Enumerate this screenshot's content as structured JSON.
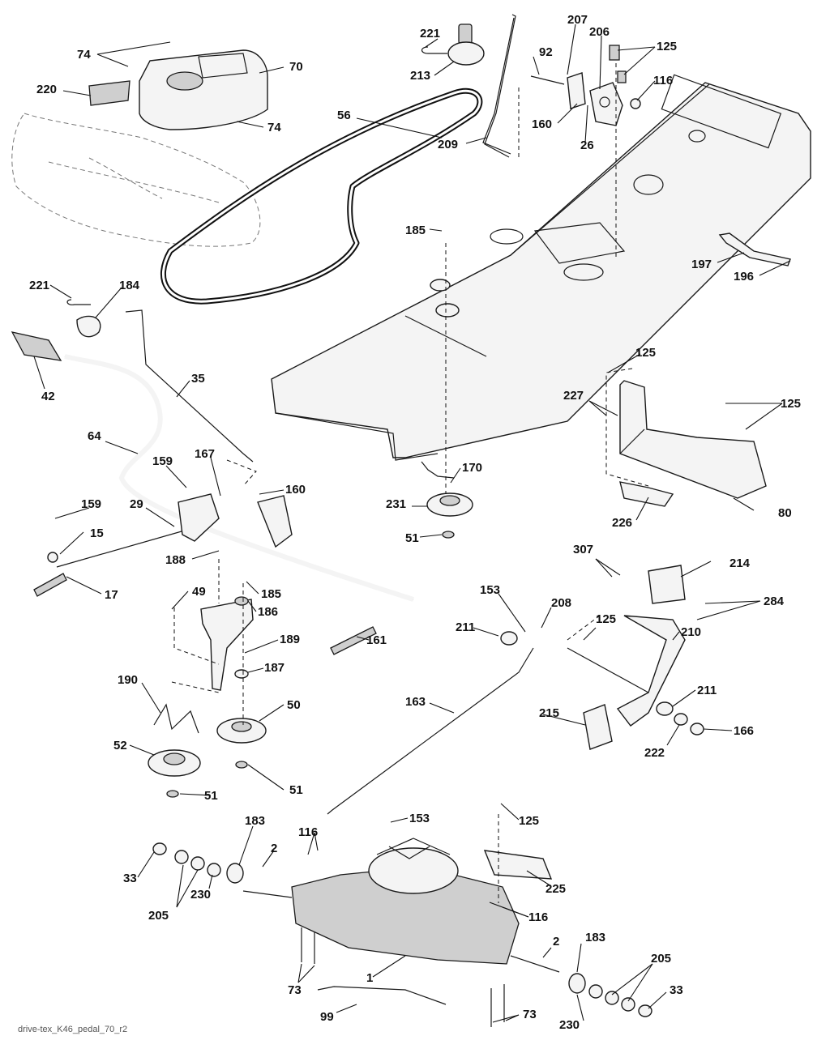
{
  "caption": "drive-tex_K46_pedal_70_r2",
  "callouts": [
    {
      "id": "c74a",
      "text": "74"
    },
    {
      "id": "c70",
      "text": "70"
    },
    {
      "id": "c220",
      "text": "220"
    },
    {
      "id": "c74b",
      "text": "74"
    },
    {
      "id": "c221a",
      "text": "221"
    },
    {
      "id": "c213",
      "text": "213"
    },
    {
      "id": "c207",
      "text": "207"
    },
    {
      "id": "c206",
      "text": "206"
    },
    {
      "id": "c92",
      "text": "92"
    },
    {
      "id": "c125a",
      "text": "125"
    },
    {
      "id": "c116a",
      "text": "116"
    },
    {
      "id": "c56",
      "text": "56"
    },
    {
      "id": "c160a",
      "text": "160"
    },
    {
      "id": "c26",
      "text": "26"
    },
    {
      "id": "c209",
      "text": "209"
    },
    {
      "id": "c185a",
      "text": "185"
    },
    {
      "id": "c197",
      "text": "197"
    },
    {
      "id": "c196",
      "text": "196"
    },
    {
      "id": "c221b",
      "text": "221"
    },
    {
      "id": "c184",
      "text": "184"
    },
    {
      "id": "c42",
      "text": "42"
    },
    {
      "id": "c35",
      "text": "35"
    },
    {
      "id": "c125b",
      "text": "125"
    },
    {
      "id": "c227",
      "text": "227"
    },
    {
      "id": "c125c",
      "text": "125"
    },
    {
      "id": "c64",
      "text": "64"
    },
    {
      "id": "c159a",
      "text": "159"
    },
    {
      "id": "c167",
      "text": "167"
    },
    {
      "id": "c160b",
      "text": "160"
    },
    {
      "id": "c159b",
      "text": "159"
    },
    {
      "id": "c29",
      "text": "29"
    },
    {
      "id": "c170",
      "text": "170"
    },
    {
      "id": "c231",
      "text": "231"
    },
    {
      "id": "c80",
      "text": "80"
    },
    {
      "id": "c226",
      "text": "226"
    },
    {
      "id": "c51a",
      "text": "51"
    },
    {
      "id": "c15",
      "text": "15"
    },
    {
      "id": "c188",
      "text": "188"
    },
    {
      "id": "c307",
      "text": "307"
    },
    {
      "id": "c214",
      "text": "214"
    },
    {
      "id": "c17",
      "text": "17"
    },
    {
      "id": "c284",
      "text": "284"
    },
    {
      "id": "c49",
      "text": "49"
    },
    {
      "id": "c185b",
      "text": "185"
    },
    {
      "id": "c153a",
      "text": "153"
    },
    {
      "id": "c208",
      "text": "208"
    },
    {
      "id": "c186",
      "text": "186"
    },
    {
      "id": "c125d",
      "text": "125"
    },
    {
      "id": "c211a",
      "text": "211"
    },
    {
      "id": "c210",
      "text": "210"
    },
    {
      "id": "c161",
      "text": "161"
    },
    {
      "id": "c189",
      "text": "189"
    },
    {
      "id": "c187",
      "text": "187"
    },
    {
      "id": "c190",
      "text": "190"
    },
    {
      "id": "c211b",
      "text": "211"
    },
    {
      "id": "c50",
      "text": "50"
    },
    {
      "id": "c163",
      "text": "163"
    },
    {
      "id": "c166",
      "text": "166"
    },
    {
      "id": "c215",
      "text": "215"
    },
    {
      "id": "c52",
      "text": "52"
    },
    {
      "id": "c222",
      "text": "222"
    },
    {
      "id": "c51b",
      "text": "51"
    },
    {
      "id": "c51c",
      "text": "51"
    },
    {
      "id": "c153b",
      "text": "153"
    },
    {
      "id": "c125e",
      "text": "125"
    },
    {
      "id": "c183a",
      "text": "183"
    },
    {
      "id": "c116b",
      "text": "116"
    },
    {
      "id": "c2a",
      "text": "2"
    },
    {
      "id": "c33a",
      "text": "33"
    },
    {
      "id": "c225",
      "text": "225"
    },
    {
      "id": "c230a",
      "text": "230"
    },
    {
      "id": "c205a",
      "text": "205"
    },
    {
      "id": "c116c",
      "text": "116"
    },
    {
      "id": "c2b",
      "text": "2"
    },
    {
      "id": "c183b",
      "text": "183"
    },
    {
      "id": "c205b",
      "text": "205"
    },
    {
      "id": "c1",
      "text": "1"
    },
    {
      "id": "c73a",
      "text": "73"
    },
    {
      "id": "c33b",
      "text": "33"
    },
    {
      "id": "c99",
      "text": "99"
    },
    {
      "id": "c73b",
      "text": "73"
    },
    {
      "id": "c230b",
      "text": "230"
    }
  ]
}
